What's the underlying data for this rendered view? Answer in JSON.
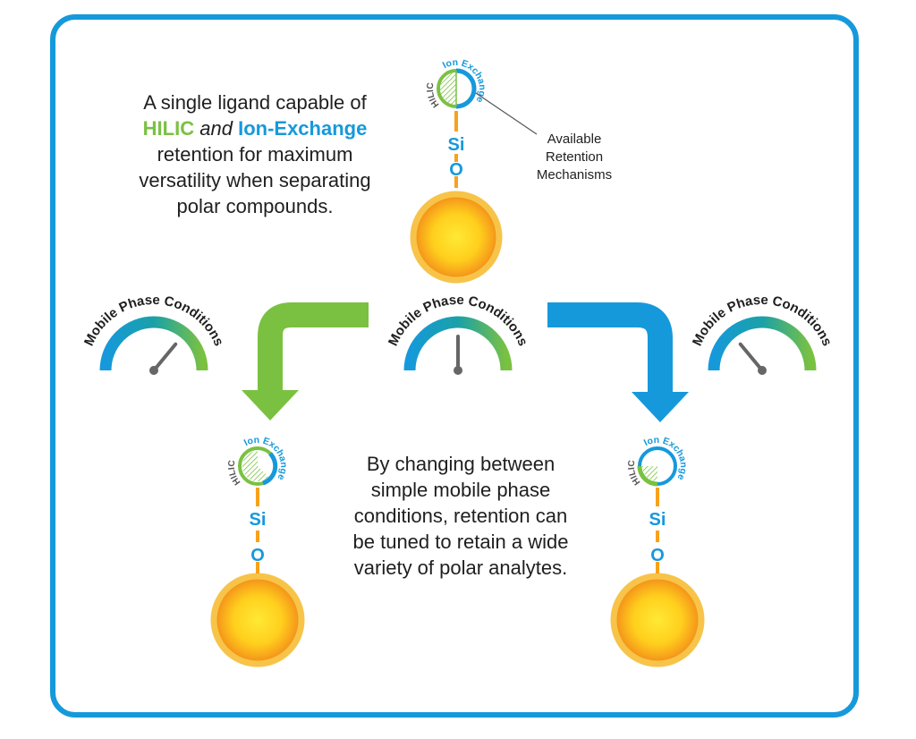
{
  "headline": {
    "line1": "A single ligand capable of",
    "hilic": "HILIC",
    "and": "and",
    "ion": "Ion-Exchange",
    "line3": "retention for maximum",
    "line4": "versatility when separating",
    "line5": "polar compounds."
  },
  "explanation": {
    "line1": "By changing between",
    "line2": "simple mobile phase",
    "line3": "conditions, retention can",
    "line4": "be tuned to retain a wide",
    "line5": "variety of polar analytes."
  },
  "callout": {
    "line1": "Available",
    "line2": "Retention",
    "line3": "Mechanisms"
  },
  "ligand": {
    "hilic_label": "HILIC",
    "ion_label": "Ion Exchange",
    "si_label": "Si",
    "o_label": "O"
  },
  "gauges": {
    "label": "Mobile Phase Conditions",
    "left_level": 0.72,
    "center_level": 0.5,
    "right_level": 0.28
  },
  "colors": {
    "frame_blue": "#1699db",
    "hilic_green": "#7ac142",
    "ion_blue": "#1699db",
    "linker_orange": "#f7a21b",
    "particle_core": "#ffd21a",
    "particle_ring": "#f7c449",
    "text_dark": "#1f1f1f",
    "needle_gray": "#666666"
  }
}
